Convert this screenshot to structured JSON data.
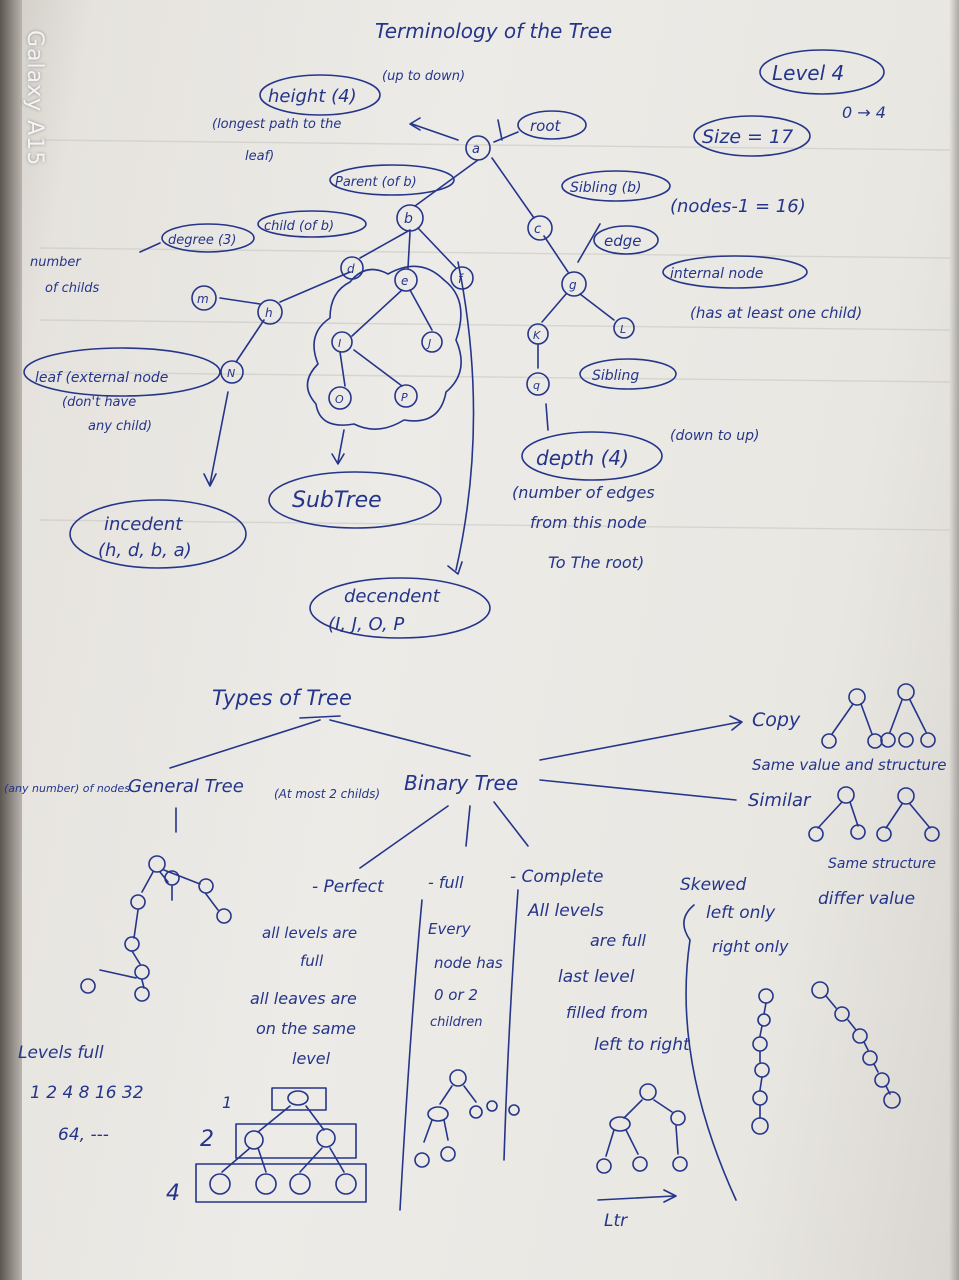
{
  "watermark": "Galaxy A15",
  "top": {
    "title": "Terminology of the Tree",
    "height_label": "height (4)",
    "height_dir": "(up to down)",
    "height_note1": "(longest path to the",
    "height_note2": "leaf)",
    "level_label": "Level 4",
    "level_range": "0 → 4",
    "size_label": "Size = 17",
    "root_label": "root",
    "parent_label": "Parent (of b)",
    "sibling_b_label": "Sibling (b)",
    "edge_label": "edge",
    "edge_note": "(nodes-1 = 16)",
    "internal_label": "internal node",
    "internal_note": "(has at least one child)",
    "number_of_childs_1": "number",
    "number_of_childs_2": "of childs",
    "degree_label": "degree (3)",
    "child_label": "child (of b)",
    "leaf_label1": "leaf (external node",
    "leaf_label2": "(don't have",
    "leaf_label3": "any child)",
    "sibling_label": "Sibling",
    "depth_label": "depth (4)",
    "depth_dir": "(down to up)",
    "depth_note1": "(number of edges",
    "depth_note2": "from this node",
    "depth_note3": "To The root)",
    "ancestor_label1": "incedent",
    "ancestor_label2": "(h, d, b, a)",
    "subtree_label": "SubTree",
    "descendant_label1": "decendent",
    "descendant_label2": "(I, J, O, P",
    "nodes": {
      "a": "a",
      "b": "b",
      "c": "c",
      "d": "d",
      "e": "e",
      "f": "f",
      "g": "g",
      "h": "h",
      "i": "I",
      "j": "J",
      "k": "K",
      "l": "L",
      "m": "m",
      "n": "N",
      "o": "O",
      "p": "P",
      "q": "q"
    }
  },
  "bottom": {
    "title": "Types of Tree",
    "general_prefix": "(any number) of nodes",
    "general_label": "General Tree",
    "binary_prefix": "(At most 2 childs)",
    "binary_label": "Binary Tree",
    "copy_label": "Copy",
    "copy_note": "Same value and structure",
    "similar_label": "Similar",
    "similar_note1": "Same structure",
    "similar_note2": "differ value",
    "perfect_label": "- Perfect",
    "perfect_rule1a": "all levels are",
    "perfect_rule1b": "full",
    "perfect_rule2a": "all leaves are",
    "perfect_rule2b": "on the same",
    "perfect_rule2c": "level",
    "full_label": "- full",
    "full_rule1": "Every",
    "full_rule2": "node has",
    "full_rule3": "0 or 2",
    "full_rule4": "children",
    "complete_label": "- Complete",
    "complete_rule1": "All levels",
    "complete_rule2": "are full",
    "complete_rule3": "last level",
    "complete_rule4": "filled from",
    "complete_rule5": "left to right",
    "ltr_label": "Ltr",
    "skewed_label": "Skewed",
    "skewed_rule1": "left only",
    "skewed_rule2": "right only",
    "levels_full_label": "Levels full",
    "levels_seq1": "1 2 4 8 16 32",
    "levels_seq2": "64, ---",
    "perfect_level_counts": [
      "1",
      "2",
      "4"
    ]
  }
}
